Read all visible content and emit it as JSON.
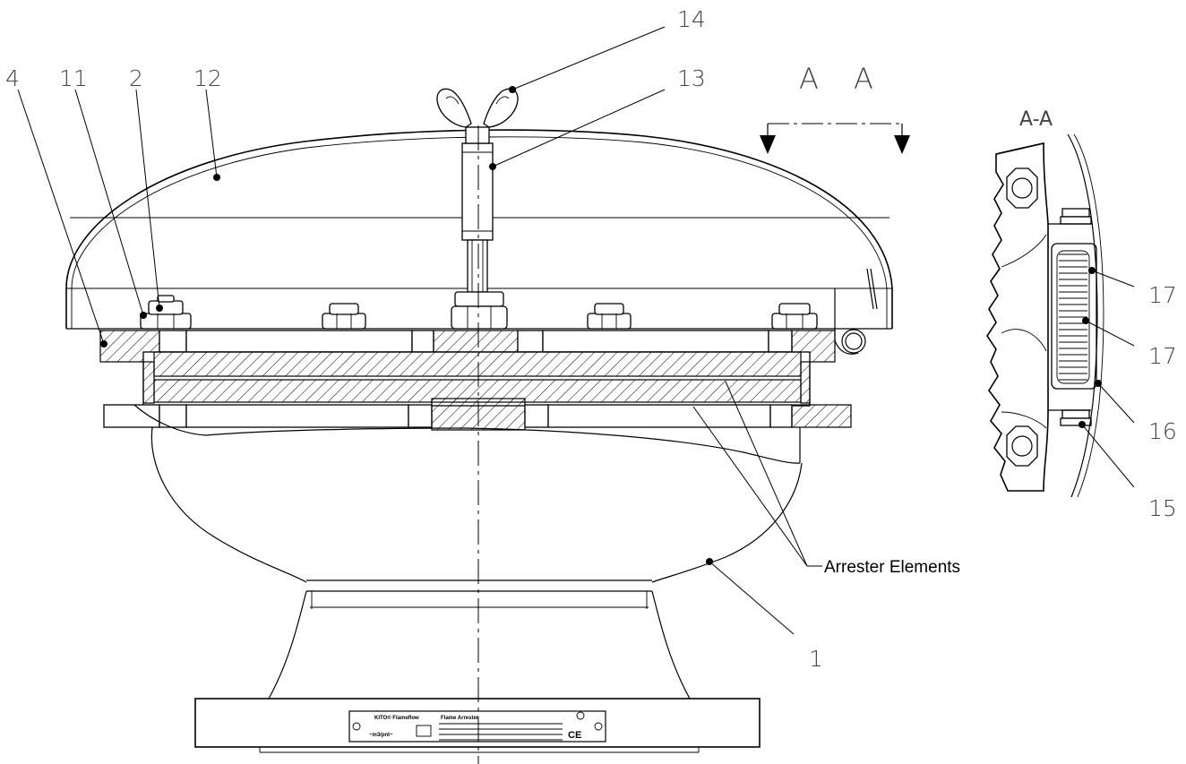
{
  "callouts": [
    {
      "id": "c4",
      "text": "4"
    },
    {
      "id": "c11",
      "text": "11"
    },
    {
      "id": "c2",
      "text": "2"
    },
    {
      "id": "c12",
      "text": "12"
    },
    {
      "id": "c14",
      "text": "14"
    },
    {
      "id": "c13",
      "text": "13"
    },
    {
      "id": "c1",
      "text": "1"
    },
    {
      "id": "c17a",
      "text": "17"
    },
    {
      "id": "c17b",
      "text": "17"
    },
    {
      "id": "c16",
      "text": "16"
    },
    {
      "id": "c15",
      "text": "15"
    }
  ],
  "section": {
    "left_letter": "A",
    "right_letter": "A",
    "detail_title": "A-A"
  },
  "arrester_label": "Arrester Elements",
  "nameplate": {
    "brand": "KITO® Flameflow",
    "product": "Flame Arrester",
    "model": "~m3/pnt~",
    "marks": "CE"
  }
}
